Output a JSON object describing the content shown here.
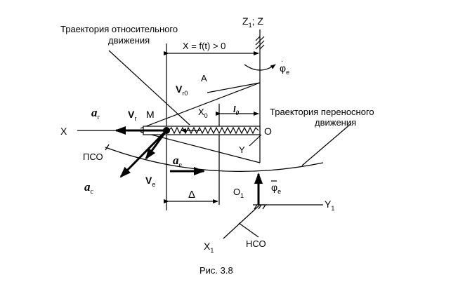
{
  "labels": {
    "rel_traj_line1": "Траектория относительного",
    "rel_traj_line2": "движения",
    "trans_traj_line1": "Траектория переносного",
    "trans_traj_line2": "движения",
    "z_axes": "Z",
    "z_axes_sub": "1",
    "z_axes_rest": "; Z",
    "x_eq": "X = f(t) > 0",
    "phi_e": "φ",
    "phi_e_sub": "e",
    "A": "A",
    "Vr0": "V",
    "Vr0_sub": "r0",
    "X0": "X",
    "X0_sub": "0",
    "l0": "l",
    "l0_sub": "0",
    "ar": "a",
    "ar_sub": "r",
    "Vr": "V",
    "Vr_sub": "r",
    "M": "M",
    "X": "X",
    "O": "O",
    "Y": "Y",
    "PSO": "ПСО",
    "ae": "a",
    "ae_sub": "e",
    "Ve": "V",
    "Ve_sub": "e",
    "ac": "a",
    "ac_sub": "c",
    "delta": "Δ",
    "O1": "O",
    "O1_sub": "1",
    "phi_bar": "φ",
    "phi_bar_sub": "e",
    "Y1": "Y",
    "Y1_sub": "1",
    "X1": "X",
    "X1_sub": "1",
    "NSO": "НСО",
    "caption": "Рис. 3.8"
  }
}
